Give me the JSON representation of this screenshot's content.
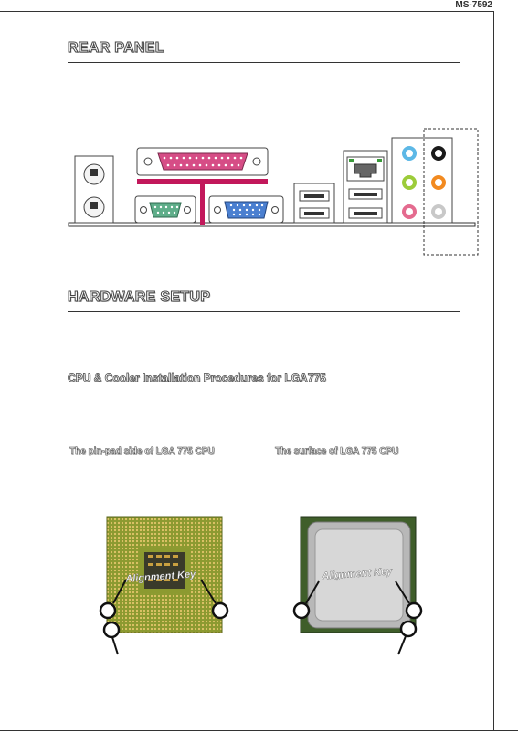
{
  "header": {
    "model": "MS-7592"
  },
  "rear_panel": {
    "title": "REAR PANEL"
  },
  "hardware_setup": {
    "title": "HARDWARE SETUP"
  },
  "cpu_section": {
    "title": "CPU & Cooler Installation Procedures for LGA775",
    "pinpad_caption": "The pin-pad side of LGA 775 CPU",
    "surface_caption": "The surface of LGA 775 CPU",
    "alignment_key_label": "Alignment Key"
  },
  "colors": {
    "parallel_port": "#d64d86",
    "serial_port": "#5fae8a",
    "vga_port": "#4a7fd0",
    "audio_line_in": "#5db8e6",
    "audio_line_out": "#9ccc3a",
    "audio_mic": "#e46b8f",
    "audio_rear": "#1a1a1a",
    "audio_center": "#f28a20",
    "audio_side": "#c8c8c8",
    "cpu_pcb": "#8c9a30"
  }
}
